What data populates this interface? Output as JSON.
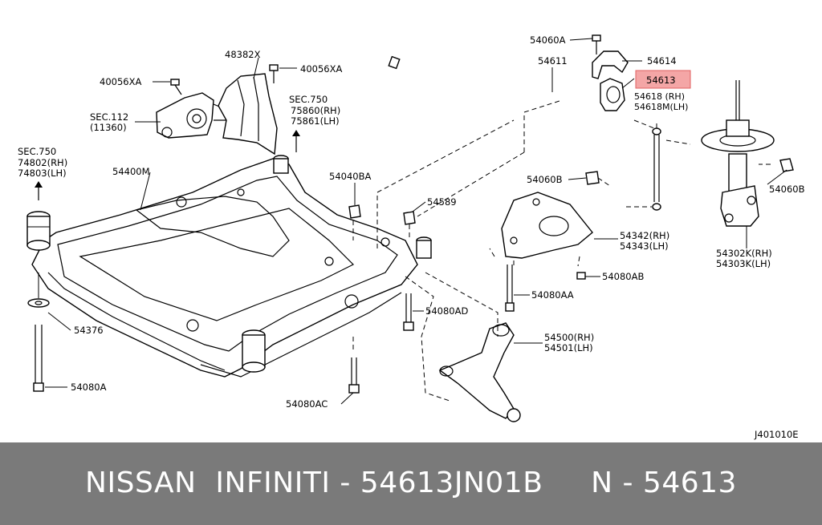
{
  "diagram": {
    "code": "J401010E",
    "labels": {
      "p48382x": "48382X",
      "p40056xa_top": "40056XA",
      "p40056xa_left": "40056XA",
      "sec112": "SEC.112",
      "sec112_sub": "(11360)",
      "sec750_mid": "SEC.750",
      "sec750_mid_rh": "75860(RH)",
      "sec750_mid_lh": "75861(LH)",
      "sec750_left": "SEC.750",
      "sec750_left_rh": "74802(RH)",
      "sec750_left_lh": "74803(LH)",
      "p54400m": "54400M",
      "p54040ba": "54040BA",
      "p54589": "54589",
      "p54060a": "54060A",
      "p54611": "54611",
      "p54614": "54614",
      "p54613": "54613",
      "p54618_rh": "54618 (RH)",
      "p54618m_lh": "54618M(LH)",
      "p54060b_left": "54060B",
      "p54060b_right": "54060B",
      "p54342_rh": "54342(RH)",
      "p54343_lh": "54343(LH)",
      "p54080ab": "54080AB",
      "p54080aa": "54080AA",
      "p54080ad": "54080AD",
      "p54500_rh": "54500(RH)",
      "p54501_lh": "54501(LH)",
      "p54302k_rh": "54302K(RH)",
      "p54303k_lh": "54303K(LH)",
      "p54376": "54376",
      "p54080a": "54080A",
      "p54080ac": "54080AC"
    },
    "highlight_color": "#f4a6a6"
  },
  "footer": {
    "text": "NISSAN  INFINITI - 54613JN01B     N - 54613",
    "bg_color": "#7a7a7a"
  }
}
